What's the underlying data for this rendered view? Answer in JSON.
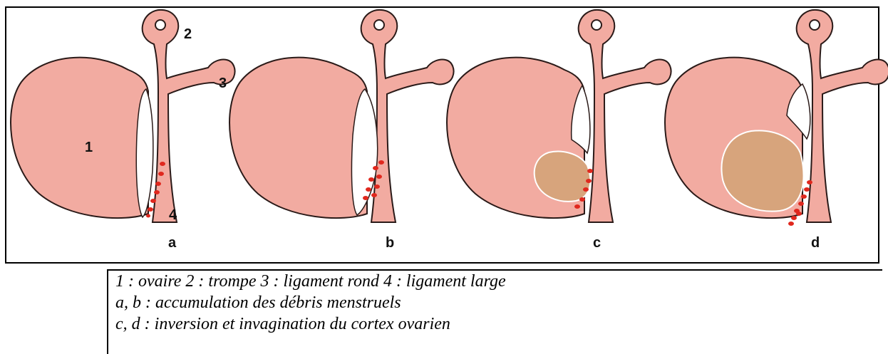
{
  "diagram": {
    "numbers": {
      "ovary": "1",
      "tube": "2",
      "round_ligament": "3",
      "broad_ligament": "4"
    },
    "panels": [
      {
        "id": "a",
        "label": "a"
      },
      {
        "id": "b",
        "label": "b"
      },
      {
        "id": "c",
        "label": "c"
      },
      {
        "id": "d",
        "label": "d"
      }
    ],
    "colors": {
      "tissue": "#f2aba1",
      "outline": "#2a1a18",
      "menstrual_debris": "#e0281e",
      "cyst": "#d7a47c"
    }
  },
  "caption": {
    "line1": "1 : ovaire 2 : trompe 3 : ligament rond 4 : ligament large",
    "line2": "a, b : accumulation des débris menstruels",
    "line3": "c, d : inversion et invagination du cortex ovarien"
  }
}
